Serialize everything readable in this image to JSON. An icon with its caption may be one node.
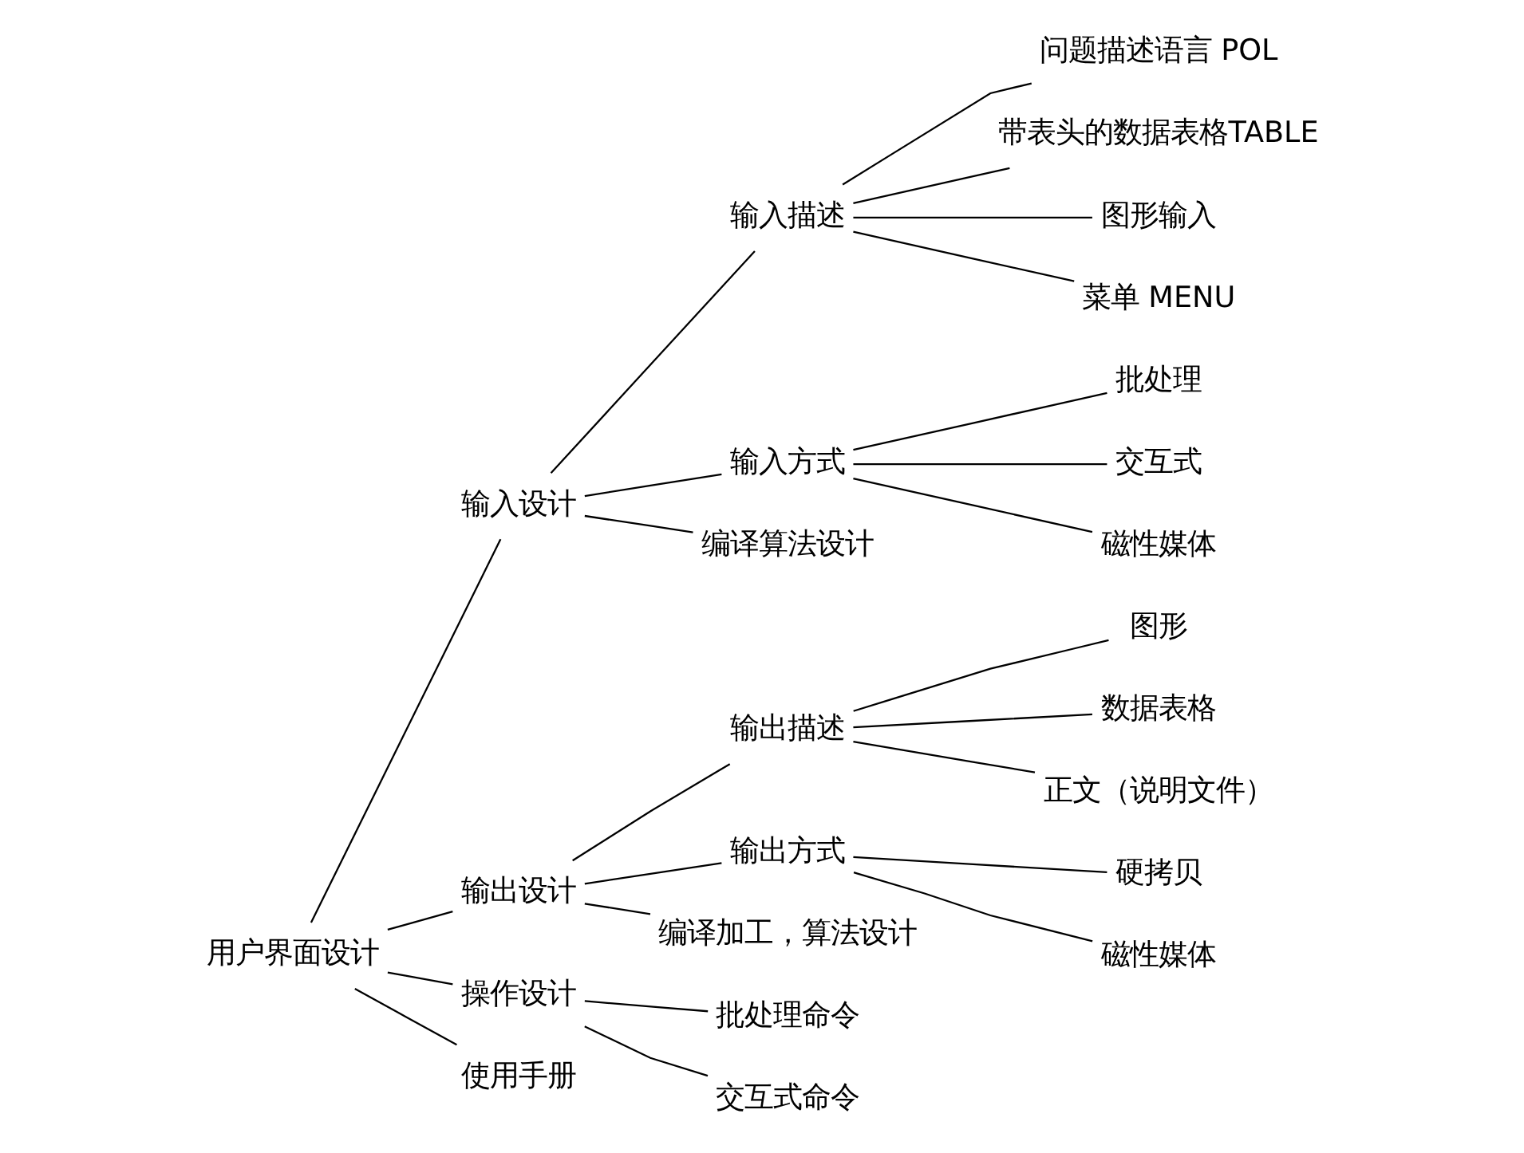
{
  "diagram": {
    "nodes": [
      {
        "text": [
          "用户界面设计"
        ]
      },
      {
        "text": [
          "输入设计"
        ]
      },
      {
        "text": [
          "输入描述"
        ]
      },
      {
        "text": [
          "问题描述语言 POL"
        ]
      },
      {
        "text": [
          "带表头的数据表格TABLE"
        ]
      },
      {
        "text": [
          "图形输入"
        ]
      },
      {
        "text": [
          "菜单 MENU"
        ]
      },
      {
        "text": [
          "输入方式"
        ]
      },
      {
        "text": [
          "批处理"
        ]
      },
      {
        "text": [
          "交互式"
        ]
      },
      {
        "text": [
          "磁性媒体"
        ]
      },
      {
        "text": [
          "编译算法设计"
        ]
      },
      {
        "text": [
          "输出设计"
        ]
      },
      {
        "text": [
          "输出描述"
        ]
      },
      {
        "text": [
          "图形"
        ]
      },
      {
        "text": [
          "数据表格"
        ]
      },
      {
        "text": [
          "正文（说明文件）"
        ]
      },
      {
        "text": [
          "输出方式"
        ]
      },
      {
        "text": [
          "硬拷贝"
        ]
      },
      {
        "text": [
          "磁性媒体"
        ]
      },
      {
        "text": [
          "编译加工，算法设计"
        ]
      },
      {
        "text": [
          "操作设计"
        ]
      },
      {
        "text": [
          "批处理命令"
        ]
      },
      {
        "text": [
          "交互式命令"
        ]
      },
      {
        "text": [
          "使用手册"
        ]
      }
    ],
    "edges": [
      {
        "from": 0,
        "to": 1,
        "arrow": "none"
      },
      {
        "from": 0,
        "to": 12,
        "arrow": "none"
      },
      {
        "from": 0,
        "to": 21,
        "arrow": "none"
      },
      {
        "from": 0,
        "to": 24,
        "arrow": "none"
      },
      {
        "from": 1,
        "to": 2,
        "arrow": "none"
      },
      {
        "from": 1,
        "to": 7,
        "arrow": "none"
      },
      {
        "from": 1,
        "to": 11,
        "arrow": "none"
      },
      {
        "from": 2,
        "to": 3,
        "arrow": "none"
      },
      {
        "from": 2,
        "to": 4,
        "arrow": "none"
      },
      {
        "from": 2,
        "to": 5,
        "arrow": "none"
      },
      {
        "from": 2,
        "to": 6,
        "arrow": "none"
      },
      {
        "from": 7,
        "to": 8,
        "arrow": "none"
      },
      {
        "from": 7,
        "to": 9,
        "arrow": "none"
      },
      {
        "from": 7,
        "to": 10,
        "arrow": "none"
      },
      {
        "from": 12,
        "to": 13,
        "arrow": "none"
      },
      {
        "from": 12,
        "to": 17,
        "arrow": "none"
      },
      {
        "from": 12,
        "to": 20,
        "arrow": "none"
      },
      {
        "from": 13,
        "to": 14,
        "arrow": "none"
      },
      {
        "from": 13,
        "to": 15,
        "arrow": "none"
      },
      {
        "from": 13,
        "to": 16,
        "arrow": "none"
      },
      {
        "from": 17,
        "to": 18,
        "arrow": "none"
      },
      {
        "from": 17,
        "to": 19,
        "arrow": "none"
      },
      {
        "from": 21,
        "to": 22,
        "arrow": "none"
      },
      {
        "from": 21,
        "to": 23,
        "arrow": "none"
      }
    ]
  }
}
